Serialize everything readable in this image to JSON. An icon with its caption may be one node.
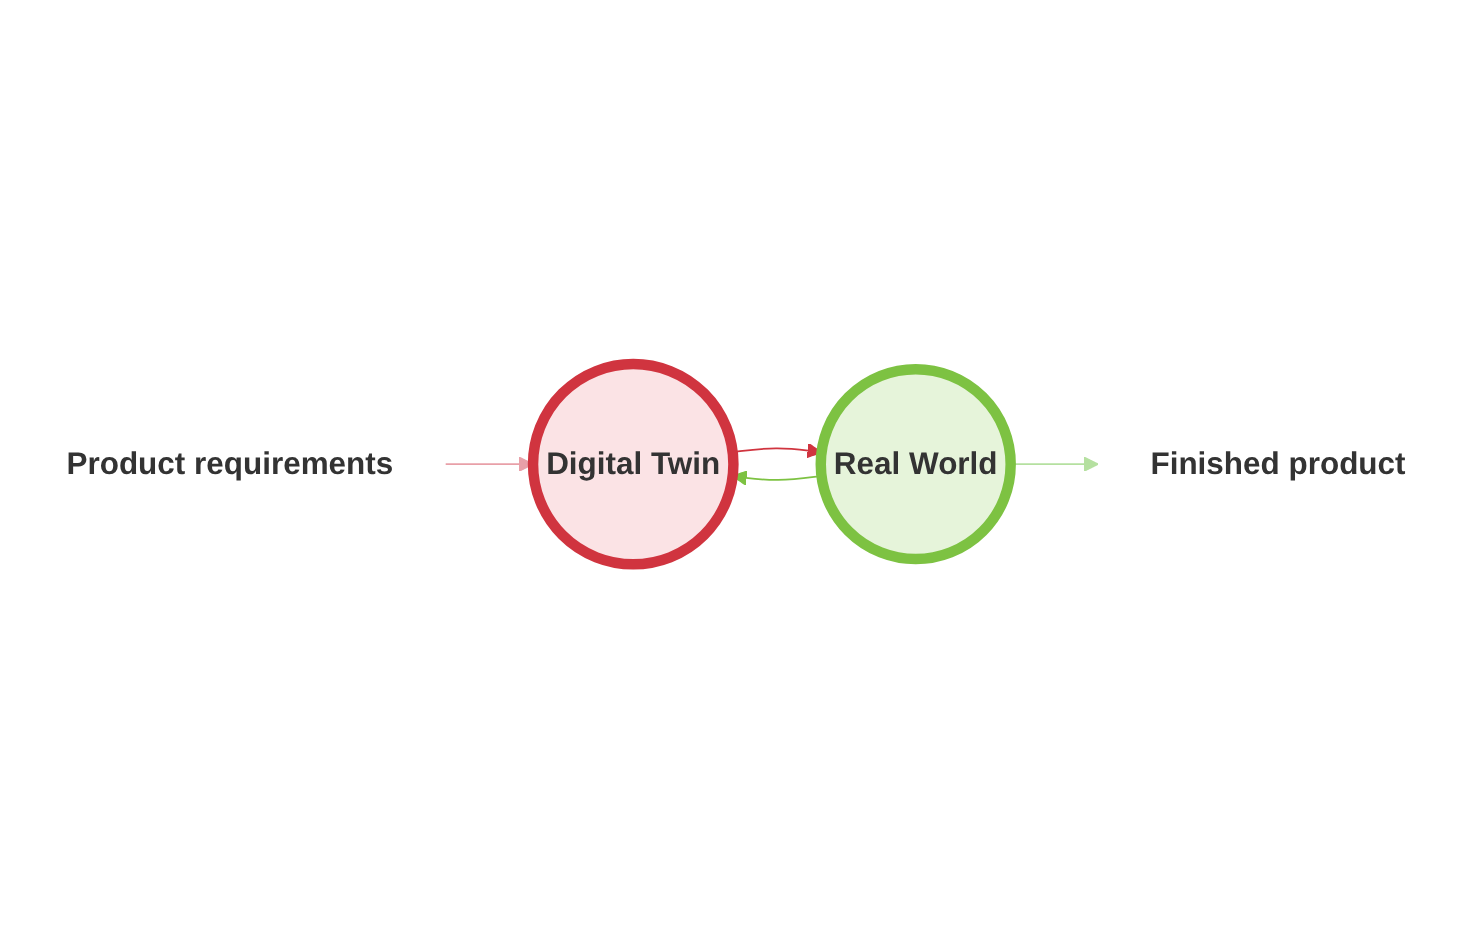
{
  "diagram": {
    "nodes": [
      {
        "text": [
          "Product requirements"
        ]
      },
      {
        "text": [
          "Digital Twin"
        ]
      },
      {
        "text": [
          "Real World"
        ]
      },
      {
        "text": [
          "Finished product"
        ]
      }
    ],
    "edges": [
      {
        "from": 0,
        "to": 1,
        "arrow": "to",
        "color": "#e8a0a8"
      },
      {
        "from": 1,
        "to": 2,
        "arrow": "to",
        "color": "#d0343f"
      },
      {
        "from": 2,
        "to": 1,
        "arrow": "to",
        "color": "#7dc242"
      },
      {
        "from": 2,
        "to": 3,
        "arrow": "to",
        "color": "#b5e0a0"
      }
    ]
  }
}
